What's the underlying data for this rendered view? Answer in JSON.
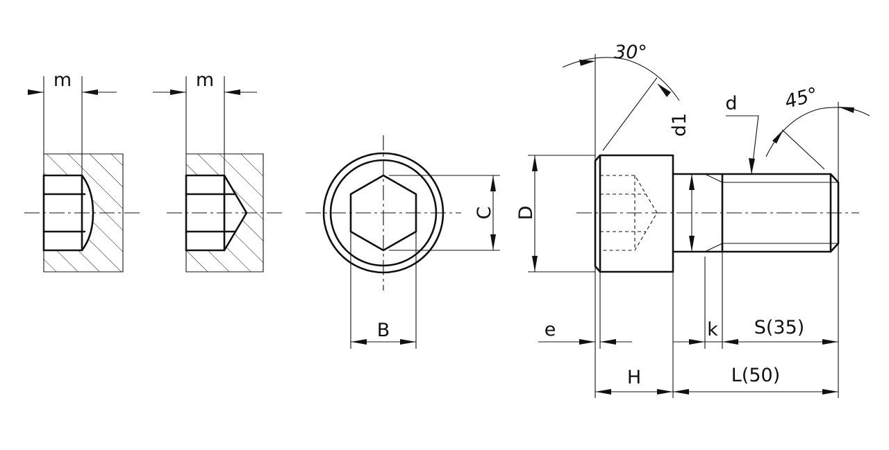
{
  "labels": {
    "m_left": "m",
    "m_right": "m",
    "C": "C",
    "D": "D",
    "B": "B",
    "e": "e",
    "H": "H",
    "k": "k",
    "S": "S(35)",
    "L": "L(50)",
    "d": "d",
    "d1": "d1",
    "angle_30": "30°",
    "angle_45": "45°"
  }
}
